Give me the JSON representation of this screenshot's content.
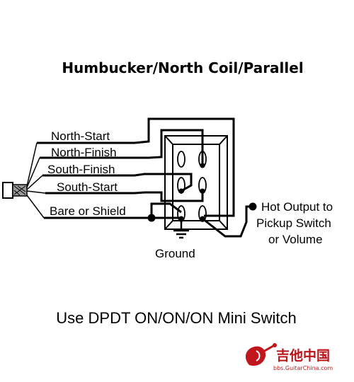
{
  "title": "Humbucker/North Coil/Parallel",
  "wires": {
    "north_start": "North-Start",
    "north_finish": "North-Finish",
    "south_finish": "South-Finish",
    "south_start": "South-Start",
    "bare_shield": "Bare or Shield"
  },
  "ground": "Ground",
  "hot_output": [
    "Hot Output to",
    "Pickup Switch",
    "or Volume"
  ],
  "caption": "Use DPDT ON/ON/ON Mini Switch",
  "watermark": {
    "cn": "吉他中国",
    "url": "bbs.GuitarChina.com",
    "color": "#b8141a"
  }
}
